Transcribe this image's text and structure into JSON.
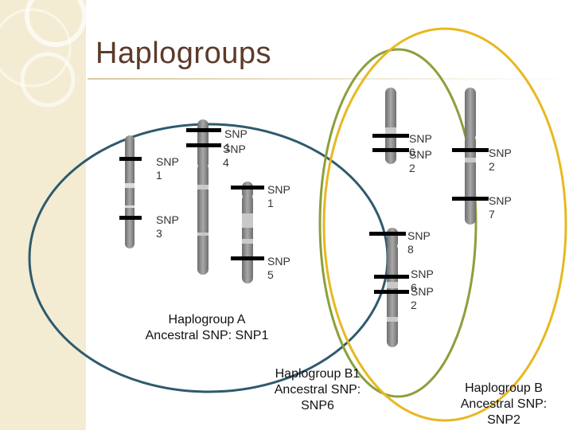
{
  "title": "Haplogroups",
  "snp_labels": {
    "l1": "SNP\n1",
    "l2": "SNP\n3",
    "l3": "SNP\n1",
    "l4": "SNP\n4",
    "l5": "SNP\n1",
    "l6": "SNP\n5",
    "l7": "SNP\n6",
    "l8": "SNP\n2",
    "l9": "SNP\n8",
    "l10": "SNP\n6",
    "l11": "SNP\n2",
    "l12": "SNP\n2",
    "l13": "SNP\n7"
  },
  "captions": {
    "haplogroup_a": "Haplogroup A\nAncestral SNP: SNP1",
    "haplogroup_b1": "Haplogroup B1\nAncestral SNP:\nSNP6",
    "haplogroup_b": "Haplogroup B\nAncestral SNP:\nSNP2"
  },
  "colors": {
    "haplogroup_a": "#2e5a6e",
    "haplogroup_b1": "#8aa03c",
    "haplogroup_b": "#e8b820",
    "title": "#5c3a2a",
    "chromosome": "#8a8a8a",
    "marker": "#000000"
  }
}
